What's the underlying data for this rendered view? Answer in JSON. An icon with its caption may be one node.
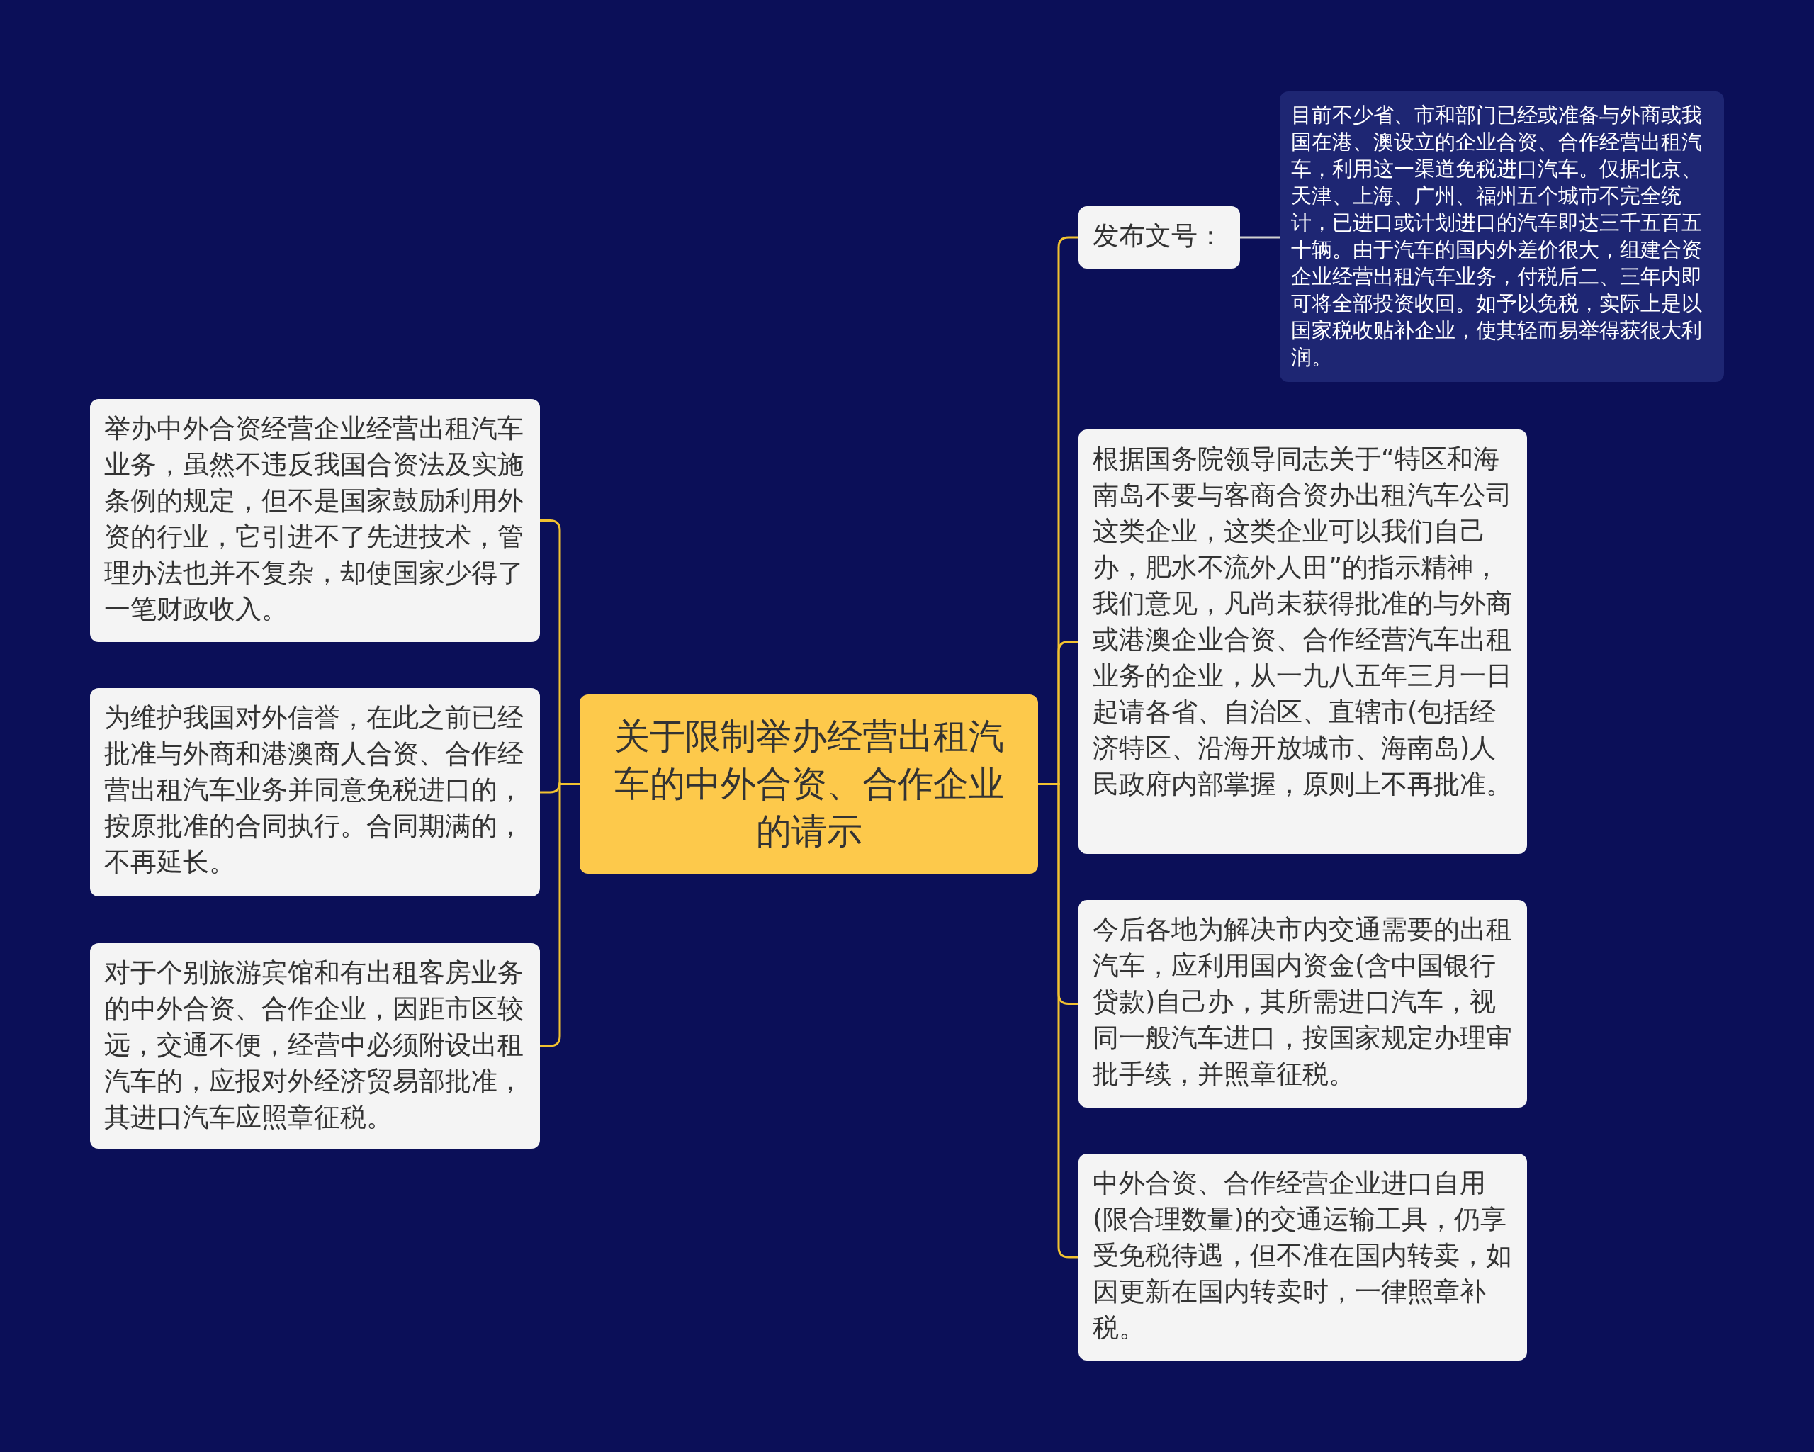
{
  "diagram": {
    "nodes": [
      {
        "text": [
          "关于限制举办经营出租汽车的中外合资、合作企业的请示"
        ]
      },
      {
        "text": [
          "举办中外合资经营企业经营出租汽车业务，虽然不违反我国合资法及实施条例的规定，但不是国家鼓励利用外资的行业，它引进不了先进技术，管理办法也并不复杂，却使国家少得了一笔财政收入。"
        ]
      },
      {
        "text": [
          "为维护我国对外信誉，在此之前已经批准与外商和港澳商人合资、合作经营出租汽车业务并同意免税进口的，按原批准的合同执行。合同期满的，不再延长。"
        ]
      },
      {
        "text": [
          "对于个别旅游宾馆和有出租客房业务的中外合资、合作企业，因距市区较远，交通不便，经营中必须附设出租汽车的，应报对外经济贸易部批准，其进口汽车应照章征税。"
        ]
      },
      {
        "text": [
          "发布文号："
        ]
      },
      {
        "text": [
          "目前不少省、市和部门已经或准备与外商或我国在港、澳设立的企业合资、合作经营出租汽车，利用这一渠道免税进口汽车。仅据北京、天津、上海、广州、福州五个城市不完全统计，已进口或计划进口的汽车即达三千五百五十辆。由于汽车的国内外差价很大，组建合资企业经营出租汽车业务，付税后二、三年内即可将全部投资收回。如予以免税，实际上是以国家税收贴补企业，使其轻而易举得获很大利润。"
        ]
      },
      {
        "text": [
          "根据国务院领导同志关于“特区和海南岛不要与客商合资办出租汽车公司这类企业，这类企业可以我们自己办，肥水不流外人田”的指示精神，我们意见，凡尚未获得批准的与外商或港澳企业合资、合作经营汽车出租业务的企业，从一九八五年三月一日起请各省、自治区、直辖市(包括经济特区、沿海开放城市、海南岛)人民政府内部掌握，原则上不再批准。"
        ]
      },
      {
        "text": [
          "今后各地为解决市内交通需要的出租汽车，应利用国内资金(含中国银行贷款)自己办，其所需进口汽车，视同一般汽车进口，按国家规定办理审批手续，并照章征税。"
        ]
      },
      {
        "text": [
          "中外合资、合作经营企业进口自用(限合理数量)的交通运输工具，仍享受免税待遇，但不准在国内转卖，如因更新在国内转卖时，一律照章补税。"
        ]
      }
    ],
    "edges": [
      {
        "from": 0,
        "to": 1,
        "arrow": "none"
      },
      {
        "from": 0,
        "to": 2,
        "arrow": "none"
      },
      {
        "from": 0,
        "to": 3,
        "arrow": "none"
      },
      {
        "from": 0,
        "to": 4,
        "arrow": "none"
      },
      {
        "from": 4,
        "to": 5,
        "arrow": "none",
        "color": "#d0d0d0"
      },
      {
        "from": 0,
        "to": 6,
        "arrow": "none"
      },
      {
        "from": 0,
        "to": 7,
        "arrow": "none"
      },
      {
        "from": 0,
        "to": 8,
        "arrow": "none"
      }
    ]
  }
}
